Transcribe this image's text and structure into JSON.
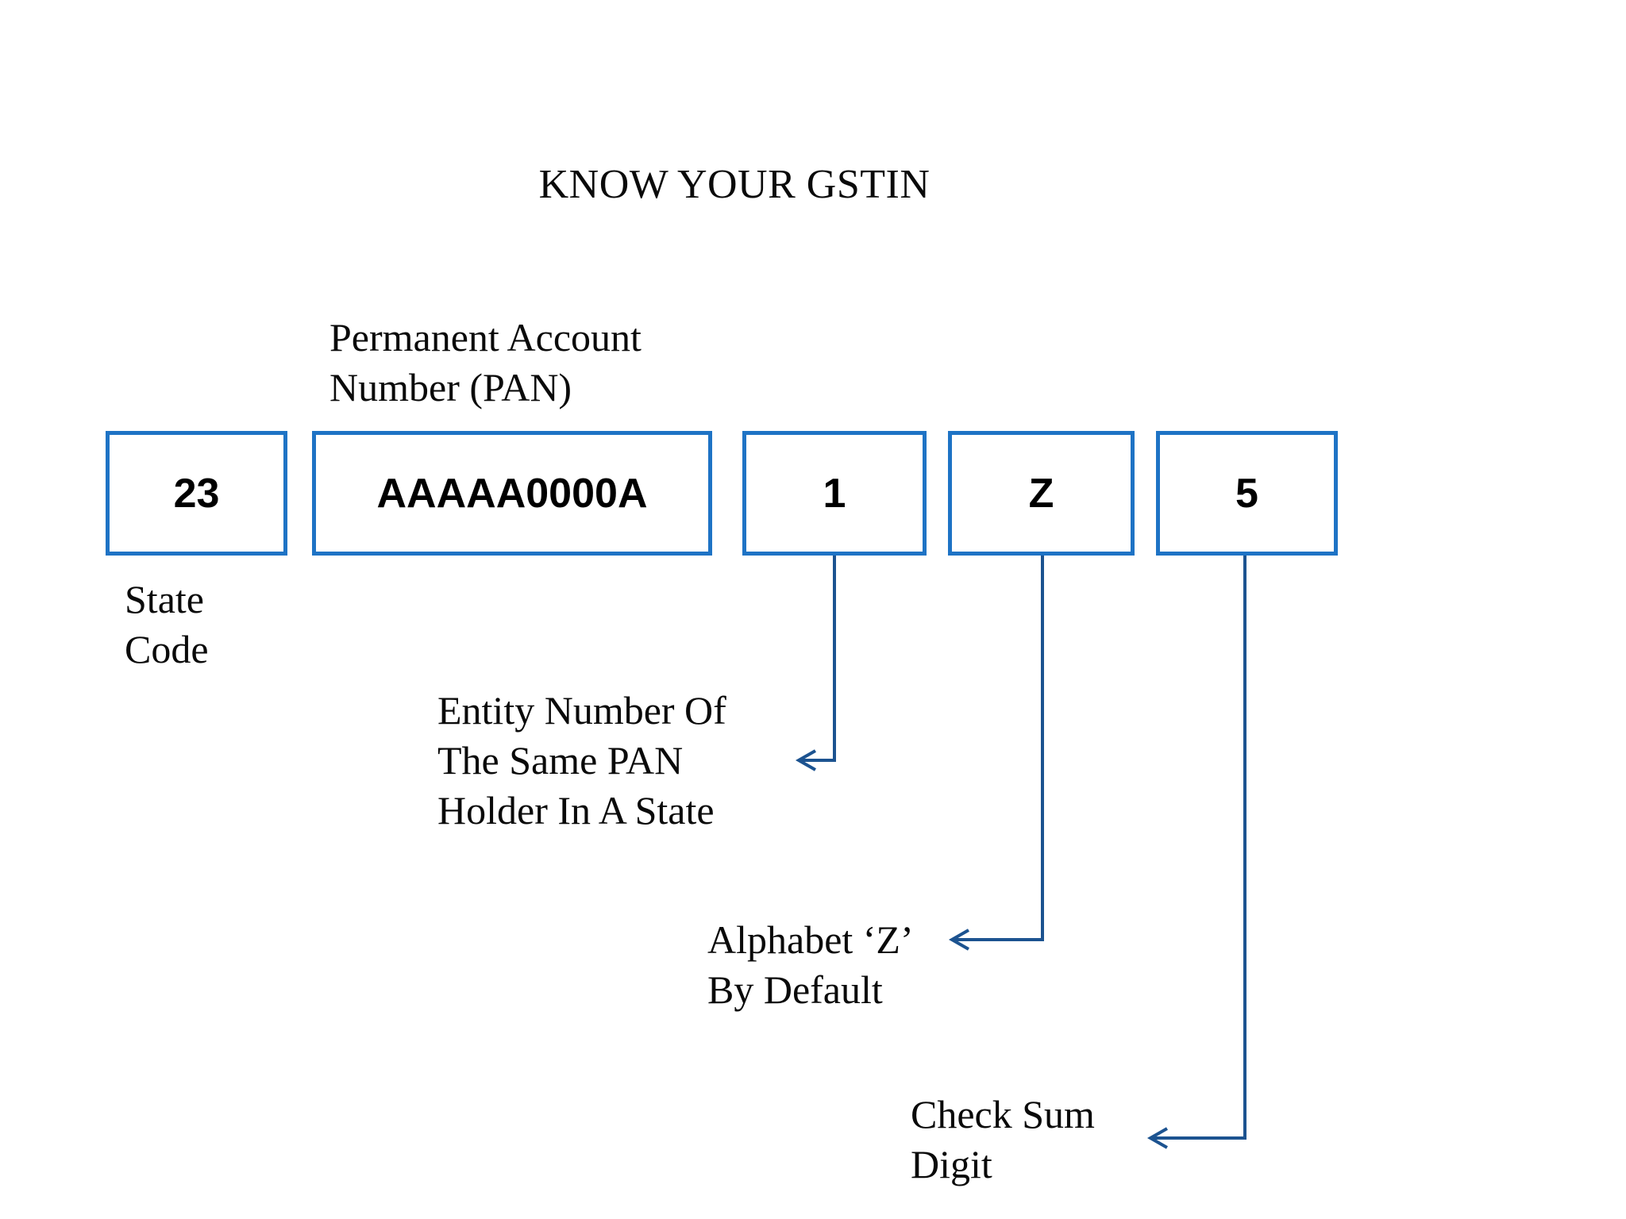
{
  "page": {
    "title": "KNOW YOUR GSTIN",
    "background": "#FFFFFF"
  },
  "colors": {
    "box_border": "#1E73C5",
    "arrow": "#1C5390",
    "text": "#0A0A0A",
    "box_value_text": "#000000"
  },
  "gstin_boxes": [
    {
      "value": "23"
    },
    {
      "value": "AAAAA0000A"
    },
    {
      "value": "1"
    },
    {
      "value": "Z"
    },
    {
      "value": "5"
    }
  ],
  "annotations": {
    "pan": {
      "lines": [
        "Permanent Account",
        "Number (PAN)"
      ]
    },
    "state_code": {
      "lines": [
        "State",
        "Code"
      ]
    },
    "entity_number": {
      "lines": [
        "Entity Number Of",
        "The Same PAN",
        "Holder In A State"
      ]
    },
    "alphabet_default": {
      "lines": [
        "Alphabet ‘Z’",
        "By Default"
      ]
    },
    "check_sum": {
      "lines": [
        "Check Sum",
        "Digit"
      ]
    }
  }
}
